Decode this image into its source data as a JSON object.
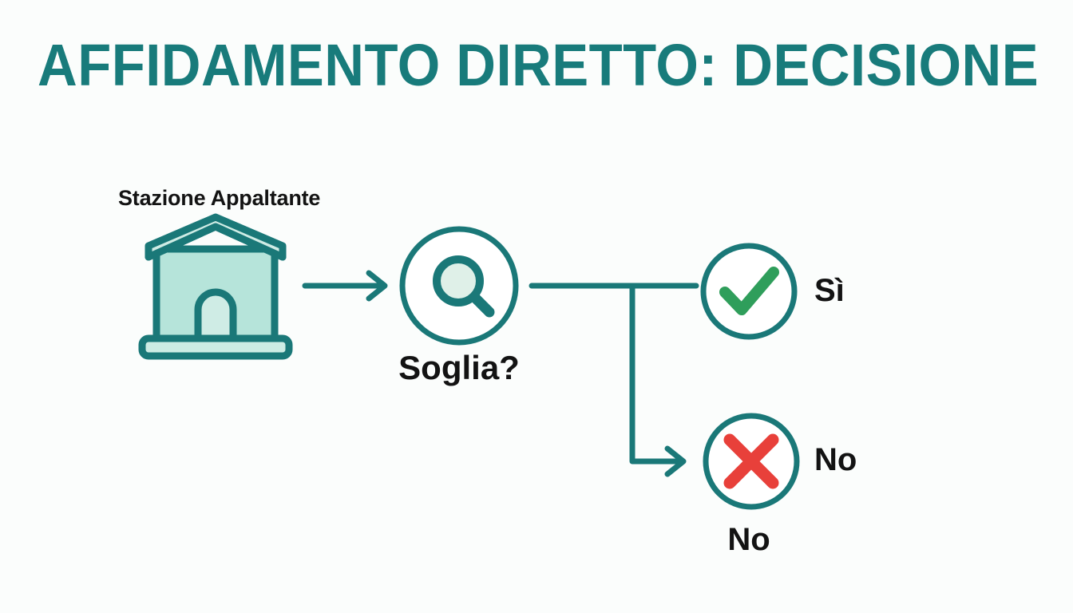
{
  "slide": {
    "title": "AFFIDAMENTO DIRETTO: DECISIONE",
    "background_color": "#fbfdfc",
    "accent_color": "#187b7b"
  },
  "diagram": {
    "type": "flowchart",
    "nodes": [
      {
        "id": "stazione-appaltante",
        "label": "Stazione Appaltante",
        "icon": "building-icon",
        "icon_fill": "#b6e4da",
        "icon_stroke": "#1a7878"
      },
      {
        "id": "soglia-decision",
        "label": "Soglia?",
        "icon": "magnifier-icon",
        "icon_stroke": "#1a7878",
        "lens_fill": "#dff0e8"
      },
      {
        "id": "outcome-yes",
        "label": "Sì",
        "icon": "check-icon",
        "icon_color": "#2f9e5b",
        "circle_stroke": "#1a7878"
      },
      {
        "id": "outcome-no",
        "label": "No",
        "branch_label": "No",
        "icon": "cross-icon",
        "icon_color": "#e8403a",
        "circle_stroke": "#1a7878"
      }
    ],
    "connectors": [
      {
        "id": "station-to-decision",
        "from": "stazione-appaltante",
        "to": "soglia-decision",
        "style": "arrow"
      },
      {
        "id": "decision-to-yes",
        "from": "soglia-decision",
        "to": "outcome-yes",
        "style": "line"
      },
      {
        "id": "decision-to-no",
        "from": "soglia-decision",
        "to": "outcome-no",
        "style": "elbow-arrow"
      }
    ]
  }
}
